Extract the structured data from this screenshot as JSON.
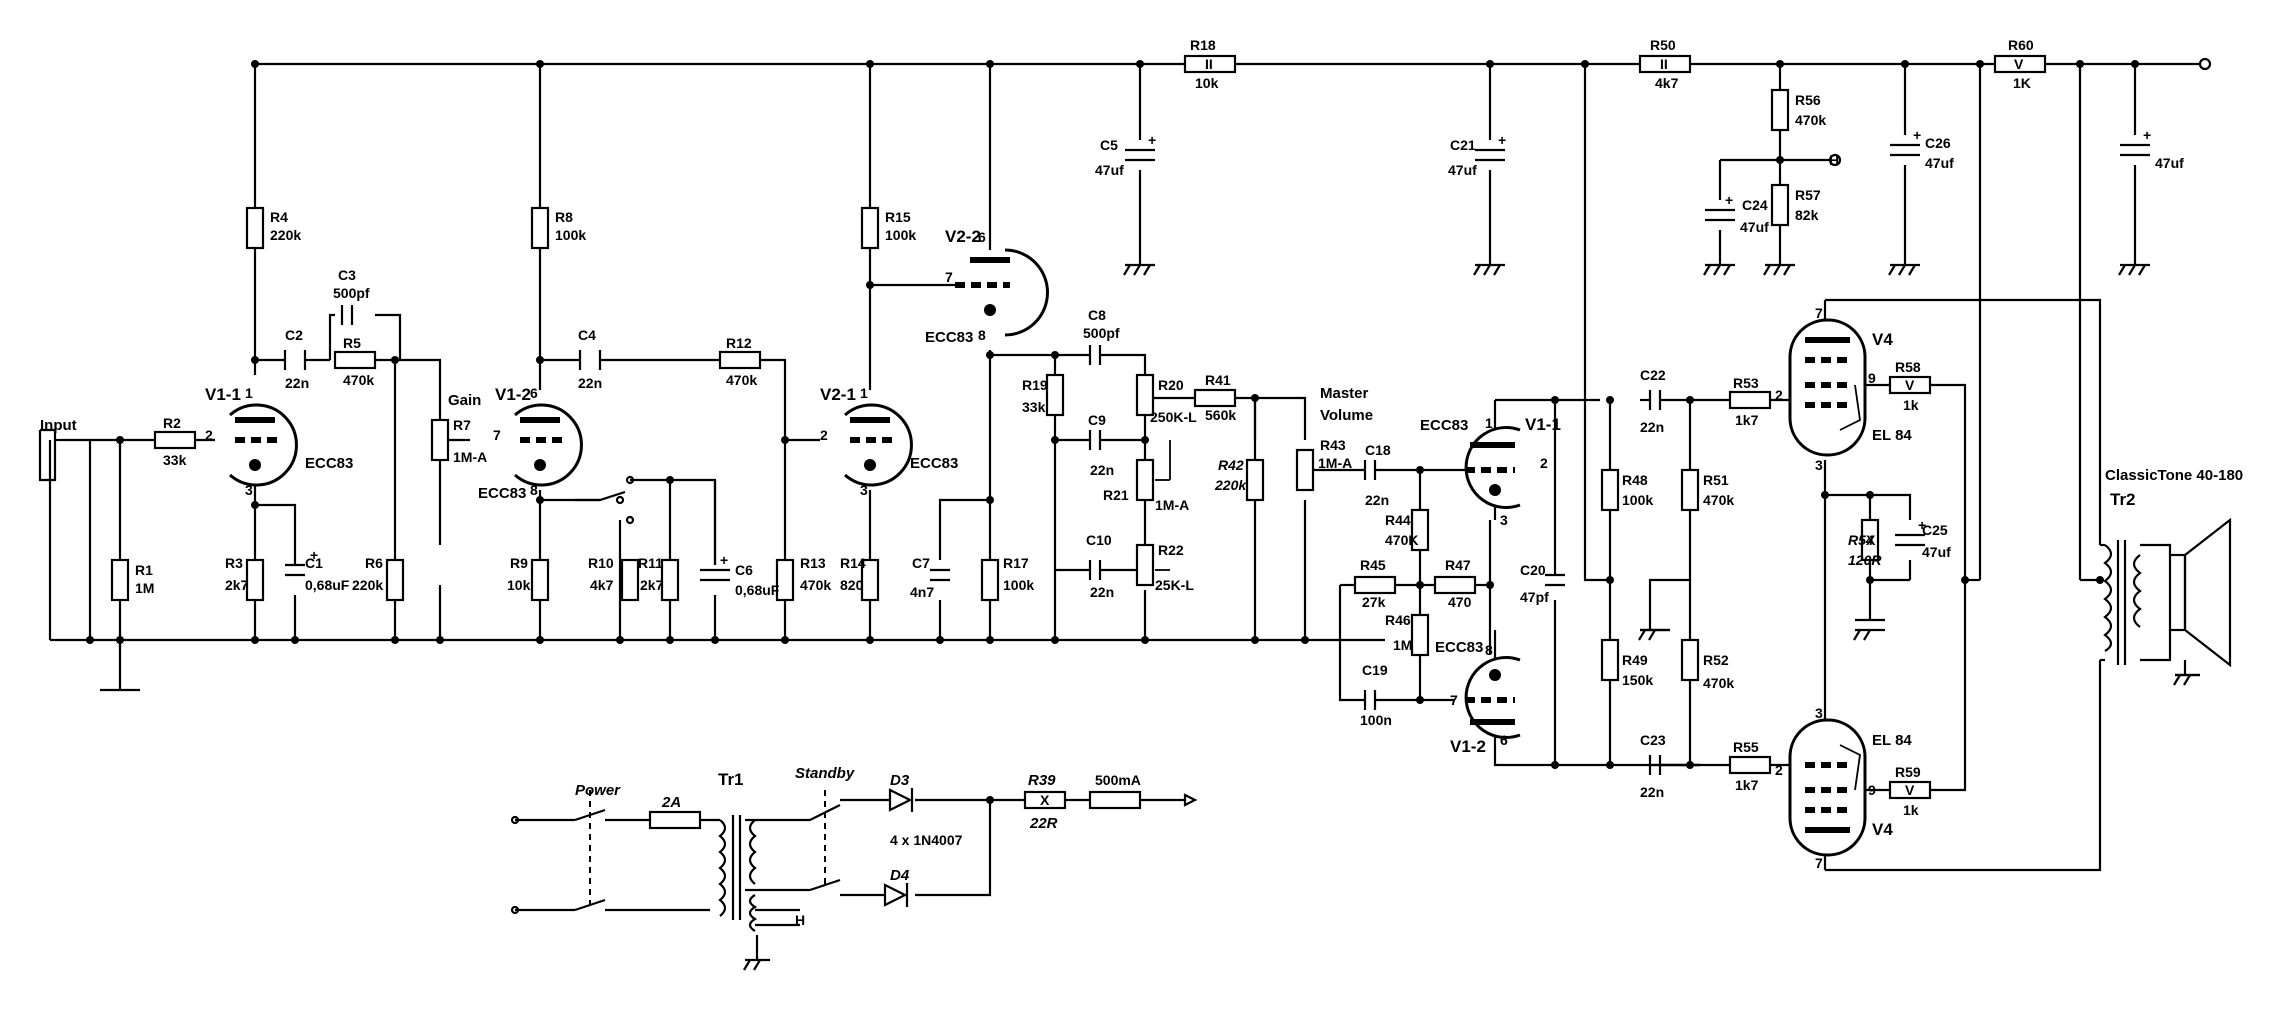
{
  "schematic": {
    "input_label": "Input",
    "gain_label": "Gain",
    "master_label_1": "Master",
    "master_label_2": "Volume",
    "hv_label": "H",
    "transformer_label": "ClassicTone 40-180",
    "tubes": {
      "v1_1": "V1-1",
      "v1_2": "V1-2",
      "v2_1": "V2-1",
      "v2_2": "V2-2",
      "v1_1b": "V1-1",
      "v1_2b": "V1-2",
      "v4a": "V4",
      "v4b": "V4",
      "ecc83": "ECC83",
      "el84": "EL 84"
    },
    "pins": {
      "p1": "1",
      "p2": "2",
      "p3": "3",
      "p6": "6",
      "p7": "7",
      "p8": "8",
      "p9": "9"
    },
    "components": {
      "R1": "R1",
      "R1v": "1M",
      "R2": "R2",
      "R2v": "33k",
      "R3": "R3",
      "R3v": "2k7",
      "R4": "R4",
      "R4v": "220k",
      "R5": "R5",
      "R5v": "470k",
      "R6": "R6",
      "R6v": "220k",
      "R7": "R7",
      "R7v": "1M-A",
      "R8": "R8",
      "R8v": "100k",
      "R9": "R9",
      "R9v": "10k",
      "R10": "R10",
      "R10v": "4k7",
      "R11": "R11",
      "R11v": "2k7",
      "R12": "R12",
      "R12v": "470k",
      "R13": "R13",
      "R13v": "470k",
      "R14": "R14",
      "R14v": "820",
      "R15": "R15",
      "R15v": "100k",
      "R17": "R17",
      "R17v": "100k",
      "R18": "R18",
      "R18v": "10k",
      "R19": "R19",
      "R19v": "33k",
      "R20": "R20",
      "R20v": "250K-L",
      "R21": "R21",
      "R21v": "1M-A",
      "R22": "R22",
      "R22v": "25K-L",
      "R41": "R41",
      "R41v": "560k",
      "R42": "R42",
      "R42v": "220k",
      "R43": "R43",
      "R43v": "1M-A",
      "R44": "R44",
      "R44v": "470K",
      "R45": "R45",
      "R45v": "27k",
      "R46": "R46",
      "R46v": "1M",
      "R47": "R47",
      "R47v": "470",
      "R48": "R48",
      "R48v": "100k",
      "R49": "R49",
      "R49v": "150k",
      "R50": "R50",
      "R50v": "4k7",
      "R51": "R51",
      "R51v": "470k",
      "R52": "R52",
      "R52v": "470k",
      "R53": "R53",
      "R53v": "1k7",
      "R54": "R54",
      "R54v": "120R",
      "R55": "R55",
      "R55v": "1k7",
      "R56": "R56",
      "R56v": "470k",
      "R57": "R57",
      "R57v": "82k",
      "R58": "R58",
      "R58v": "1k",
      "R59": "R59",
      "R59v": "1k",
      "R60": "R60",
      "R60v": "1K",
      "C1": "C1",
      "C1v": "0,68uF",
      "C2": "C2",
      "C2v": "22n",
      "C3": "C3",
      "C3v": "500pf",
      "C4": "C4",
      "C4v": "22n",
      "C5": "C5",
      "C5v": "47uf",
      "C6": "C6",
      "C6v": "0,68uF",
      "C7": "C7",
      "C7v": "4n7",
      "C8": "C8",
      "C8v": "500pf",
      "C9": "C9",
      "C9v": "22n",
      "C10": "C10",
      "C10v": "22n",
      "C18": "C18",
      "C18v": "22n",
      "C19": "C19",
      "C19v": "100n",
      "C20": "C20",
      "C20v": "47pf",
      "C21": "C21",
      "C21v": "47uf",
      "C22": "C22",
      "C22v": "22n",
      "C23": "C23",
      "C23v": "22n",
      "C24": "C24",
      "C24v": "47uf",
      "C25": "C25",
      "C25v": "47uf",
      "C26": "C26",
      "C26v": "47uf",
      "C27v": "47uf",
      "Tr1": "Tr1",
      "Tr2": "Tr2"
    },
    "marks": {
      "plus": "+",
      "x": "X",
      "v": "V",
      "ii": "II"
    },
    "psu": {
      "power": "Power",
      "fuse": "2A",
      "standby": "Standby",
      "d3": "D3",
      "d4": "D4",
      "diodes": "4 x 1N4007",
      "r39": "R39",
      "r39v": "22R",
      "fuse2": "500mA"
    }
  }
}
